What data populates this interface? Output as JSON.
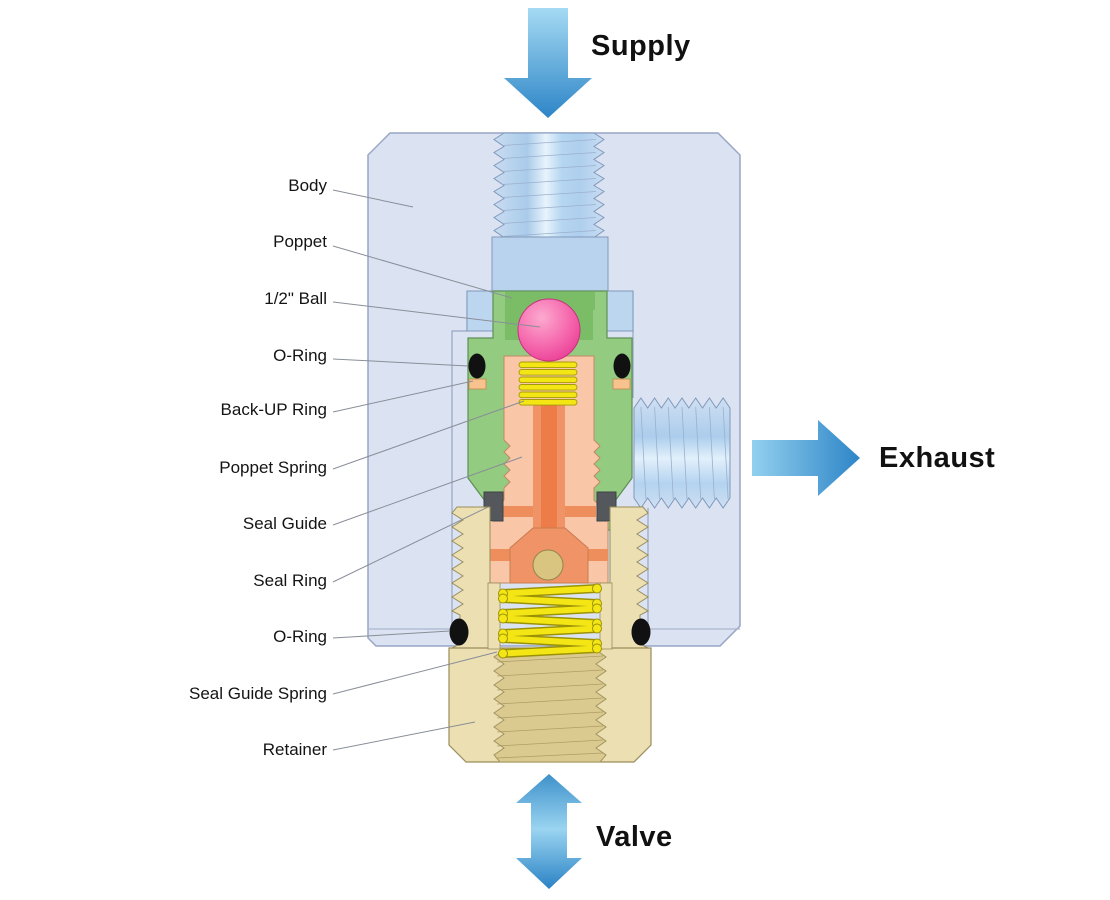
{
  "diagram": {
    "subject": "valve cross-section",
    "flow_labels": {
      "supply": "Supply",
      "exhaust": "Exhaust",
      "valve": "Valve"
    },
    "parts": [
      {
        "label": "Body"
      },
      {
        "label": "Poppet"
      },
      {
        "label": "1/2\" Ball"
      },
      {
        "label": "O-Ring"
      },
      {
        "label": "Back-UP Ring"
      },
      {
        "label": "Poppet Spring"
      },
      {
        "label": "Seal Guide"
      },
      {
        "label": "Seal Ring"
      },
      {
        "label": "O-Ring"
      },
      {
        "label": "Seal Guide Spring"
      },
      {
        "label": "Retainer"
      }
    ],
    "colors": {
      "body_fill": "#dbe3f2",
      "thread_fill": "#c8dcf2",
      "cap_fill": "#b9d3ee",
      "poppet_green": "#93cb80",
      "poppet_green_dark": "#7bbc67",
      "ball_pink": "#f0409a",
      "spring_yellow": "#f4e615",
      "seal_guide_salmon": "#f9c6a8",
      "seal_guide_orange": "#ee8e5d",
      "retainer_tan": "#ecdfb2",
      "seal_ring_gray": "#54575b",
      "o_ring_black": "#111111",
      "backup_ring_orange": "#f7c28d",
      "arrow_blue_light": "#9bd5f0",
      "arrow_blue_dark": "#2d85c7",
      "label_text": "#141414"
    }
  }
}
